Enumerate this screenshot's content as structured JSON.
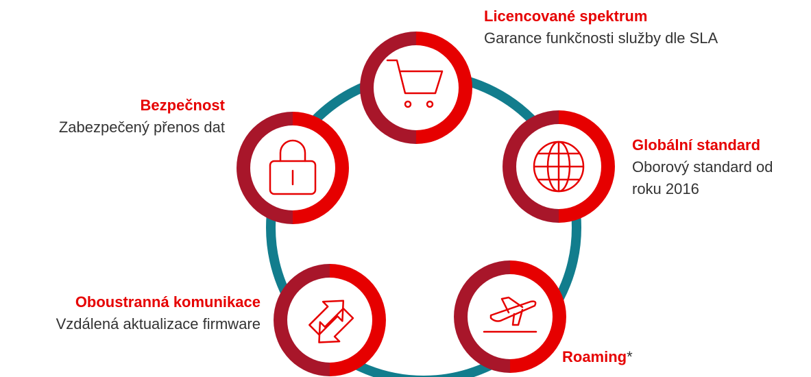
{
  "colors": {
    "ring": "#127d8d",
    "circle_red": "#e60000",
    "circle_dark": "#a8162a",
    "icon": "#e60000",
    "title": "#e60000",
    "text": "#333333"
  },
  "features": [
    {
      "icon": "shopping-cart-icon",
      "title": "Licencované spektrum",
      "description": "Garance funkčnosti služby dle SLA"
    },
    {
      "icon": "globe-icon",
      "title": "Globální standard",
      "description_lines": [
        "Oborový standard od",
        "roku 2016"
      ]
    },
    {
      "icon": "airplane-takeoff-icon",
      "title": "Roaming",
      "suffix": "*"
    },
    {
      "icon": "arrows-exchange-icon",
      "title": "Oboustranná komunikace",
      "description": "Vzdálená aktualizace firmware"
    },
    {
      "icon": "padlock-icon",
      "title": "Bezpečnost",
      "description": "Zabezpečený přenos dat"
    }
  ]
}
